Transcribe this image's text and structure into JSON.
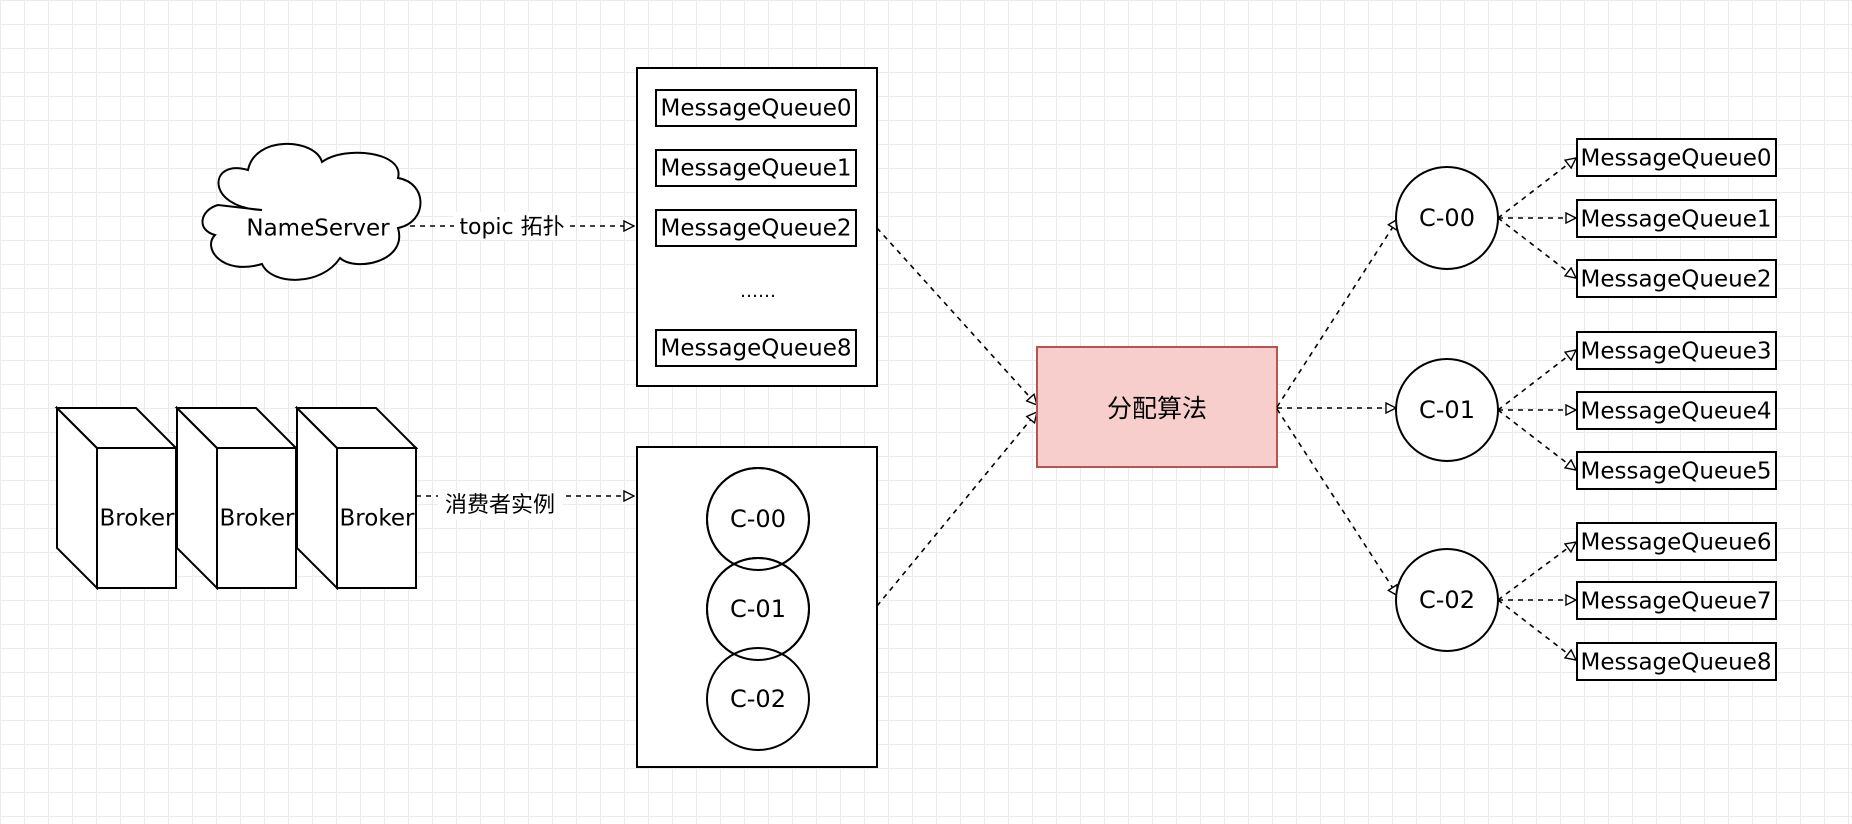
{
  "name_server": {
    "label": "NameServer"
  },
  "brokers": [
    {
      "label": "Broker"
    },
    {
      "label": "Broker"
    },
    {
      "label": "Broker"
    }
  ],
  "edges": {
    "topic_label": "topic 拓扑",
    "consumer_label": "消费者实例"
  },
  "topic_panel": {
    "queues": [
      "MessageQueue0",
      "MessageQueue1",
      "MessageQueue2",
      "MessageQueue8"
    ],
    "ellipsis": "……"
  },
  "consumer_panel": {
    "consumers": [
      "C-00",
      "C-01",
      "C-02"
    ]
  },
  "algorithm": {
    "label": "分配算法",
    "fill": "#f8cecc",
    "stroke": "#b85450"
  },
  "assignments": [
    {
      "consumer": "C-00",
      "queues": [
        "MessageQueue0",
        "MessageQueue1",
        "MessageQueue2"
      ]
    },
    {
      "consumer": "C-01",
      "queues": [
        "MessageQueue3",
        "MessageQueue4",
        "MessageQueue5"
      ]
    },
    {
      "consumer": "C-02",
      "queues": [
        "MessageQueue6",
        "MessageQueue7",
        "MessageQueue8"
      ]
    }
  ]
}
